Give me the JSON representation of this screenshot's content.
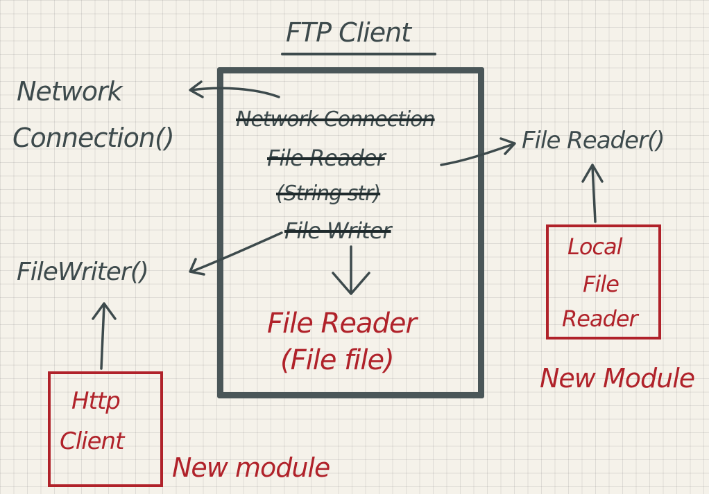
{
  "title": "FTP Client",
  "ftp_box": {
    "crossed_items": [
      "Network Connection",
      "File Reader",
      "(String str)",
      "File Writer"
    ],
    "new_label_line1": "File Reader",
    "new_label_line2": "(File file)"
  },
  "left": {
    "network_line1": "Network",
    "network_line2": "Connection()",
    "file_writer": "FileWriter()"
  },
  "right": {
    "file_reader": "File Reader()"
  },
  "http_module": {
    "line1": "Http",
    "line2": "Client",
    "tag": "New module"
  },
  "local_module": {
    "line1": "Local",
    "line2": "File",
    "line3": "Reader",
    "tag": "New Module"
  },
  "colors": {
    "ink": "#3d4a4c",
    "accent": "#b0222a",
    "paper": "#f5f2ea"
  }
}
